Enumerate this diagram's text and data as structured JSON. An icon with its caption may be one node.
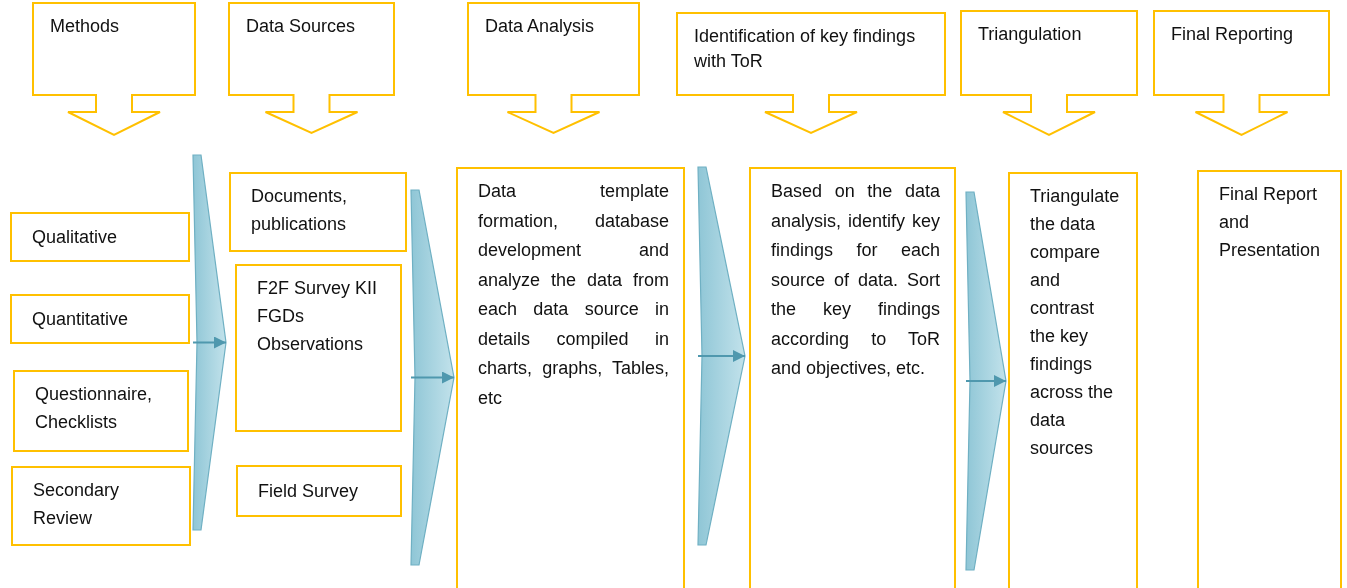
{
  "diagram": {
    "nodes": [
      {
        "text": [
          "Methods"
        ]
      },
      {
        "text": [
          "Data Sources"
        ]
      },
      {
        "text": [
          "Data Analysis"
        ]
      },
      {
        "text": [
          "Identification of key findings with ToR"
        ]
      },
      {
        "text": [
          "Triangulation"
        ]
      },
      {
        "text": [
          "Final Reporting"
        ]
      },
      {
        "text": [
          "Qualitative"
        ]
      },
      {
        "text": [
          "Quantitative"
        ]
      },
      {
        "text": [
          "Questionnaire, Checklists"
        ]
      },
      {
        "text": [
          "Secondary Review"
        ]
      },
      {
        "text": [
          "Documents, publications"
        ]
      },
      {
        "text": [
          "F2F Survey KII FGDs Observations"
        ]
      },
      {
        "text": [
          "Field Survey"
        ]
      },
      {
        "text": [
          "Data template formation, database development and analyze the data from each data source in details compiled in charts, graphs, Tables, etc"
        ]
      },
      {
        "text": [
          "Based on the data analysis, identify key findings for each source of data. Sort the key findings according to ToR and objectives, etc."
        ]
      },
      {
        "text": [
          "Triangulate the data compare and contrast the key findings across the data sources"
        ]
      },
      {
        "text": [
          "Final Report and Presentation"
        ]
      }
    ],
    "edges": [
      {
        "from": 7,
        "to": 11,
        "arrow": "to"
      },
      {
        "from": 11,
        "to": 13,
        "arrow": "to"
      },
      {
        "from": 13,
        "to": 14,
        "arrow": "to"
      },
      {
        "from": 14,
        "to": 15,
        "arrow": "to"
      }
    ]
  }
}
